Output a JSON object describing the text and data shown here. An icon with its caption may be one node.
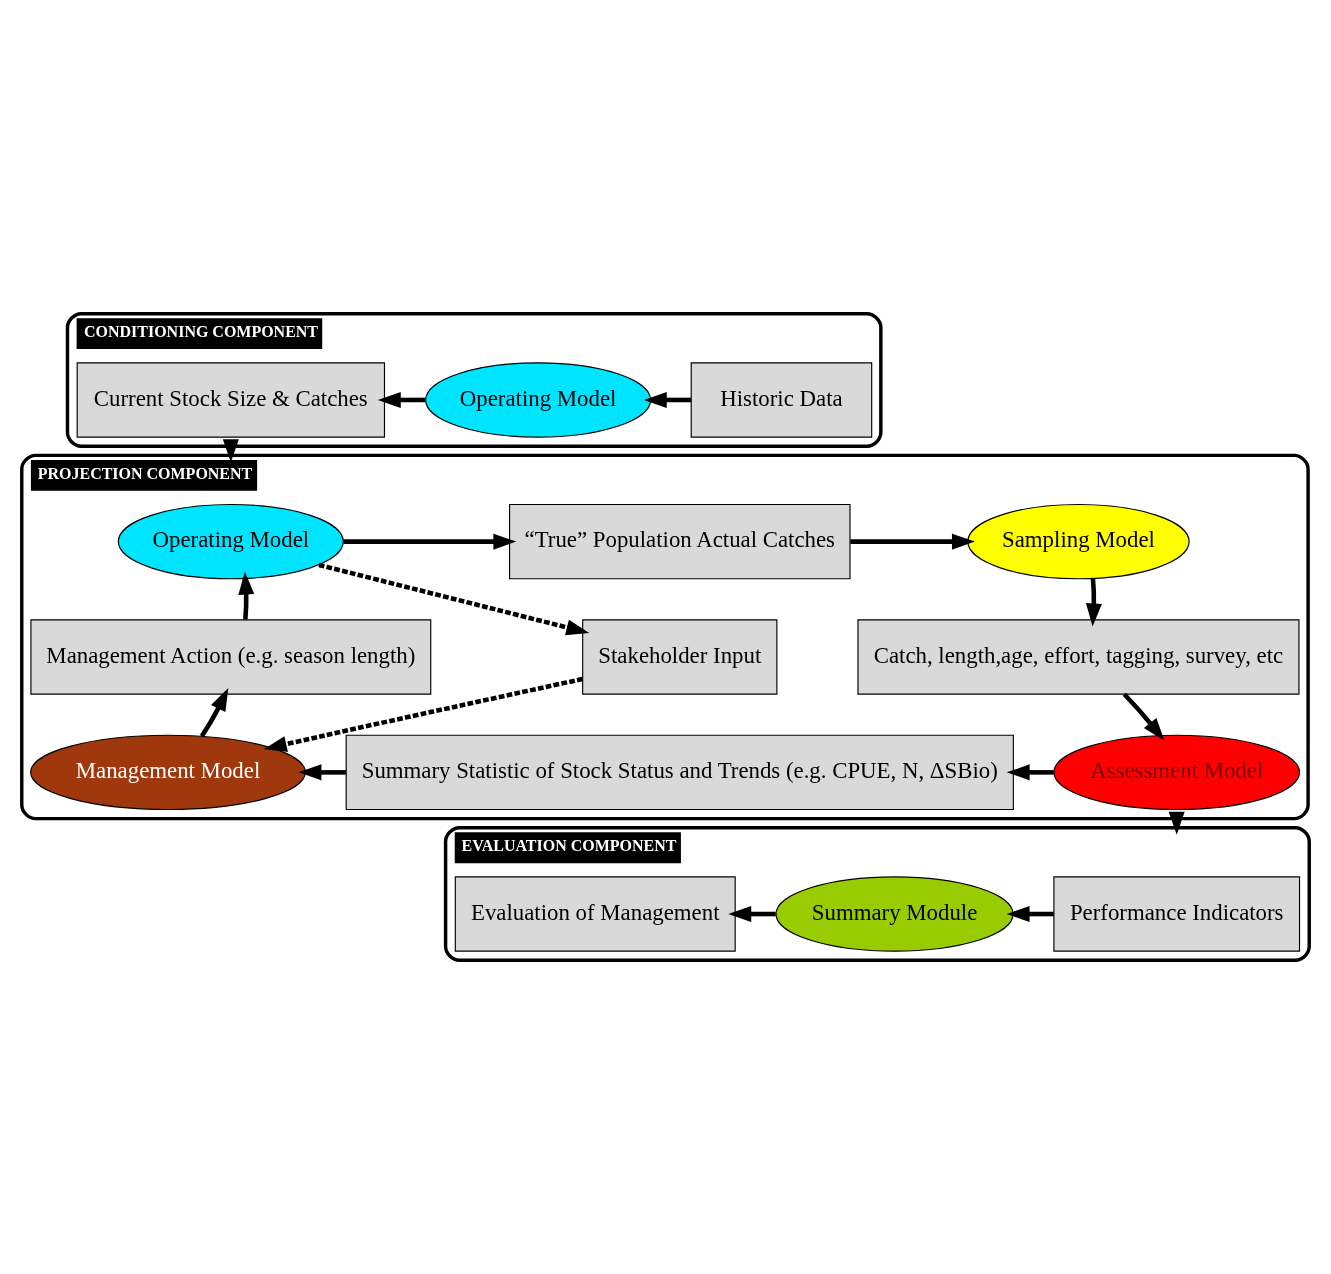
{
  "diagram": {
    "nodes": [
      {
        "text": [
          "CONDITIONING COMPONENT"
        ]
      },
      {
        "text": [
          "Historic Data"
        ],
        "in": 0
      },
      {
        "text": [
          "Operating Model"
        ],
        "in": 0
      },
      {
        "text": [
          "Current Stock Size & Catches"
        ],
        "in": 0
      },
      {
        "text": [
          "PROJECTION COMPONENT"
        ]
      },
      {
        "text": [
          "Operating Model"
        ],
        "in": 4
      },
      {
        "text": [
          "“True” Population Actual Catches"
        ],
        "in": 4
      },
      {
        "text": [
          "Sampling Model"
        ],
        "in": 4
      },
      {
        "text": [
          "Management Action (e.g. season length)"
        ],
        "in": 4
      },
      {
        "text": [
          "Stakeholder Input"
        ],
        "in": 4
      },
      {
        "text": [
          "Catch, length,age, effort, tagging, survey, etc"
        ],
        "in": 4
      },
      {
        "text": [
          "Management Model"
        ],
        "in": 4
      },
      {
        "text": [
          "Summary Statistic of Stock Status and Trends (e.g. CPUE, N, ΔSBio)"
        ],
        "in": 4
      },
      {
        "text": [
          "Assessment Model"
        ],
        "in": 4
      },
      {
        "text": [
          "EVALUATION COMPONENT"
        ]
      },
      {
        "text": [
          "Performance Indicators"
        ],
        "in": 14
      },
      {
        "text": [
          "Summary Module"
        ],
        "in": 14
      },
      {
        "text": [
          "Evaluation of Management"
        ],
        "in": 14
      }
    ],
    "edges": [
      {
        "from": 1,
        "to": 2,
        "arrow": "to"
      },
      {
        "from": 2,
        "to": 3,
        "arrow": "to"
      },
      {
        "from": 0,
        "to": 4,
        "arrow": "to"
      },
      {
        "from": 5,
        "to": 6,
        "arrow": "to"
      },
      {
        "from": 6,
        "to": 7,
        "arrow": "to"
      },
      {
        "from": 7,
        "to": 10,
        "arrow": "to"
      },
      {
        "from": 10,
        "to": 13,
        "arrow": "to"
      },
      {
        "from": 13,
        "to": 12,
        "arrow": "to"
      },
      {
        "from": 12,
        "to": 11,
        "arrow": "to"
      },
      {
        "from": 11,
        "to": 8,
        "arrow": "to"
      },
      {
        "from": 8,
        "to": 5,
        "arrow": "to"
      },
      {
        "from": 5,
        "to": 9,
        "arrow": "to",
        "style": "dashed"
      },
      {
        "from": 9,
        "to": 11,
        "arrow": "to",
        "style": "dashed"
      },
      {
        "from": 4,
        "to": 14,
        "arrow": "to"
      },
      {
        "from": 15,
        "to": 16,
        "arrow": "to"
      },
      {
        "from": 16,
        "to": 17,
        "arrow": "to"
      }
    ]
  }
}
